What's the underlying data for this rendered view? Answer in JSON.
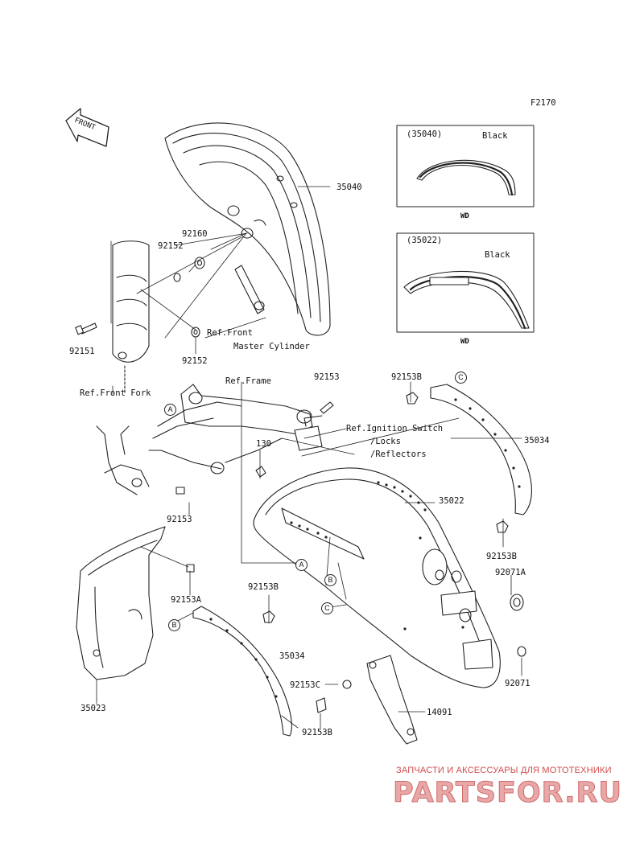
{
  "diagram_code": "F2170",
  "front_arrow_label": "FRONT",
  "labels": {
    "p35040": "35040",
    "p92160": "92160",
    "p92152_top": "92152",
    "p92151": "92151",
    "p92152_bottom": "92152",
    "ref_front_fork": "Ref.Front Fork",
    "ref_front_master_1": "Ref.Front",
    "ref_front_master_2": "Master Cylinder",
    "ref_frame": "Ref.Frame",
    "p92153_top": "92153",
    "p92153B_top": "92153B",
    "ref_ignition_1": "Ref.Ignition Switch",
    "ref_ignition_2": "/Locks",
    "ref_ignition_3": "/Reflectors",
    "p130": "130",
    "p35034_right": "35034",
    "p92153_mid": "92153",
    "p35022": "35022",
    "p92153B_right": "92153B",
    "p92071A": "92071A",
    "p92153A": "92153A",
    "p92153B_mid": "92153B",
    "p35034_center": "35034",
    "p92071": "92071",
    "p92153C": "92153C",
    "p14091": "14091",
    "p35023": "35023",
    "p92153B_bottom": "92153B"
  },
  "callouts": {
    "A": "A",
    "B": "B",
    "C": "C"
  },
  "inset_front": {
    "part": "(35040)",
    "color": "Black",
    "model": "WD"
  },
  "inset_rear": {
    "part": "(35022)",
    "color": "Black",
    "model": "WD"
  },
  "watermark": {
    "tagline": "ЗАПЧАСТИ И АКСЕССУАРЫ ДЛЯ МОТОТЕХНИКИ",
    "logo": "PARTSFOR.RU"
  }
}
